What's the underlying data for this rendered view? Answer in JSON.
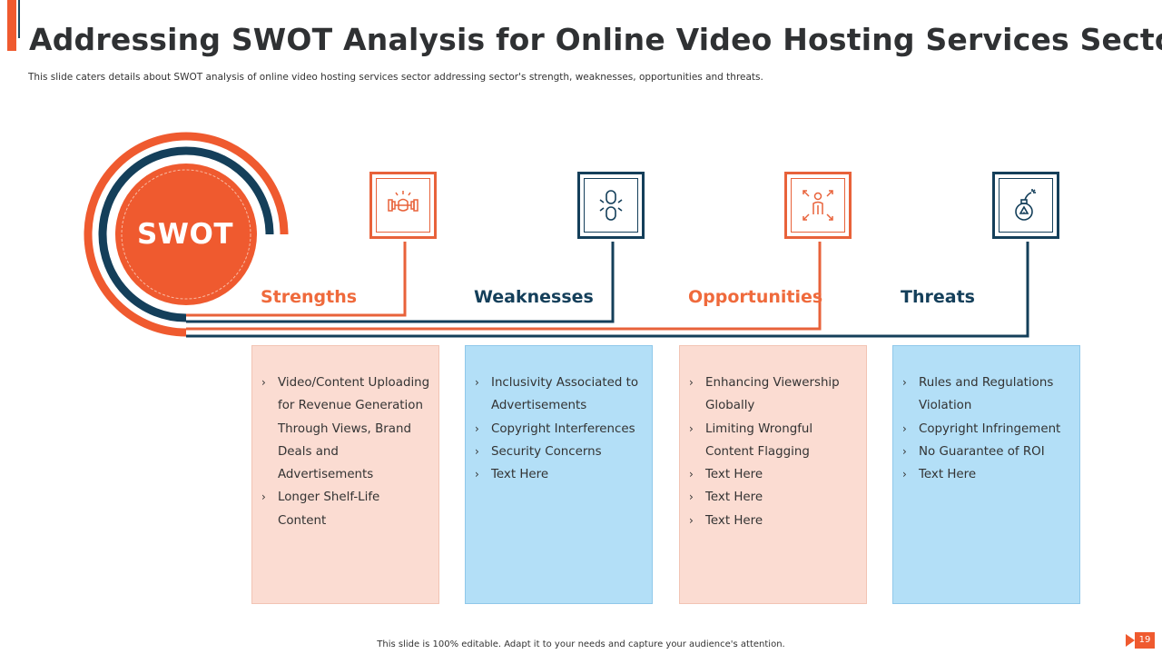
{
  "title": "Addressing SWOT Analysis for Online Video Hosting Services Sector",
  "subtitle": "This slide caters details about SWOT analysis of online video hosting services sector addressing sector's strength, weaknesses,  opportunities and threats.",
  "center_label": "SWOT",
  "colors": {
    "orange": "#ef5a2f",
    "navy": "#143f5a",
    "peach": "#fbdcd2",
    "blue": "#b3dff7"
  },
  "quadrants": [
    {
      "label": "Strengths",
      "icon": "strength-dumbbell-icon",
      "items": [
        "Video/Content Uploading for Revenue Generation Through Views, Brand Deals and Advertisements",
        "Longer Shelf-Life Content"
      ]
    },
    {
      "label": "Weaknesses",
      "icon": "broken-chain-icon",
      "items": [
        "Inclusivity Associated to Advertisements",
        "Copyright Interferences",
        "Security Concerns",
        "Text Here"
      ]
    },
    {
      "label": "Opportunities",
      "icon": "person-expand-icon",
      "items": [
        "Enhancing Viewership Globally",
        "Limiting Wrongful Content Flagging",
        "Text Here",
        "Text Here",
        "Text Here"
      ]
    },
    {
      "label": "Threats",
      "icon": "bomb-warning-icon",
      "items": [
        "Rules and Regulations Violation",
        "Copyright Infringement",
        "No Guarantee of ROI",
        "Text Here"
      ]
    }
  ],
  "footer": "This slide is 100% editable. Adapt it to your needs and capture your audience's attention.",
  "page_number": "19"
}
